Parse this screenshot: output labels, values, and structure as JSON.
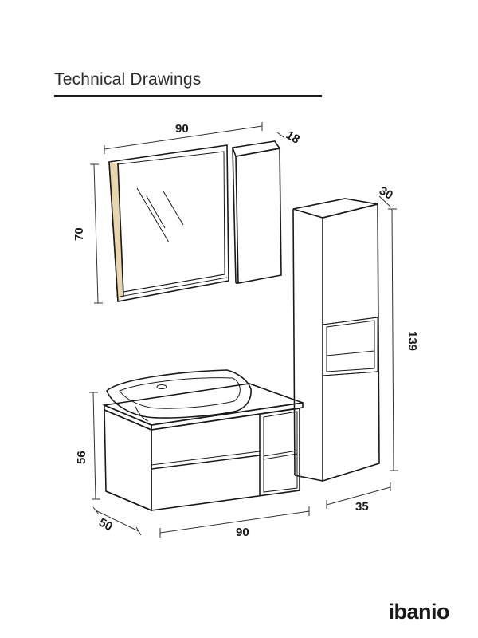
{
  "header": {
    "title": "Technical Drawings"
  },
  "brand": {
    "name": "ibanio"
  },
  "dimensions": {
    "mirror_width": "90",
    "mirror_side_depth": "18",
    "mirror_height": "70",
    "tall_cabinet_depth": "30",
    "tall_cabinet_height": "139",
    "tall_cabinet_width": "35",
    "vanity_height": "56",
    "vanity_depth": "50",
    "vanity_width": "90"
  },
  "colors": {
    "line": "#1a1a1a",
    "wood_edge": "#e8d5ad",
    "background": "#ffffff"
  }
}
